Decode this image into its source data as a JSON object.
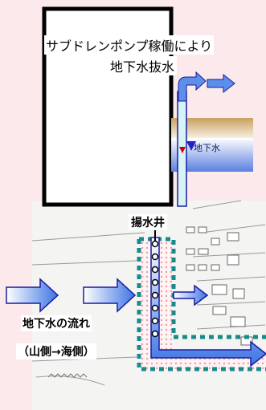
{
  "labels": {
    "title_line1": "サブドレンポンプ稼働により",
    "title_line2": "地下水抜水",
    "groundwater": "地下水",
    "well": "揚水井",
    "flow": "地下水の流れ",
    "direction": "（山側→海側）"
  },
  "colors": {
    "background": "#fbe9ec",
    "arrow_fill": "#5b8fe8",
    "arrow_stroke": "#1a1aa0",
    "dotted_boundary": "#178a8a",
    "water_marker": "#2222cc",
    "well_marker": "#cc0000"
  }
}
